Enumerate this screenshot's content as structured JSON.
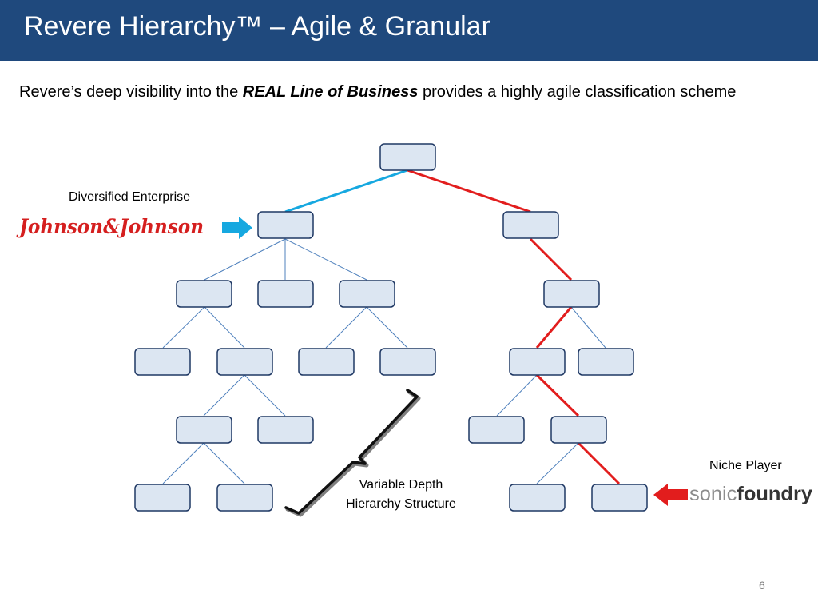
{
  "header": {
    "title": "Revere Hierarchy™ – Agile & Granular",
    "background_color": "#1f497d"
  },
  "intro": {
    "prefix": "Revere’s deep visibility into the ",
    "emphasis": "REAL Line of Business",
    "suffix": " provides a highly agile classification scheme"
  },
  "labels": {
    "diversified": "Diversified Enterprise",
    "niche": "Niche Player",
    "variable_line1": "Variable Depth",
    "variable_line2": "Hierarchy Structure"
  },
  "logos": {
    "jnj": "Johnson&Johnson",
    "sonic_light": "sonic",
    "sonic_bold": "foundry"
  },
  "colors": {
    "node_fill": "#dce6f2",
    "node_stroke": "#1f3864",
    "edge_blue_thin": "#4f81bd",
    "edge_blue_thick": "#16a8e0",
    "edge_red": "#e21d1d",
    "jnj_red": "#d51f1f",
    "sonic_gray": "#8c8c8c",
    "sonic_dark": "#333333"
  },
  "footer": {
    "page_number": "6"
  }
}
